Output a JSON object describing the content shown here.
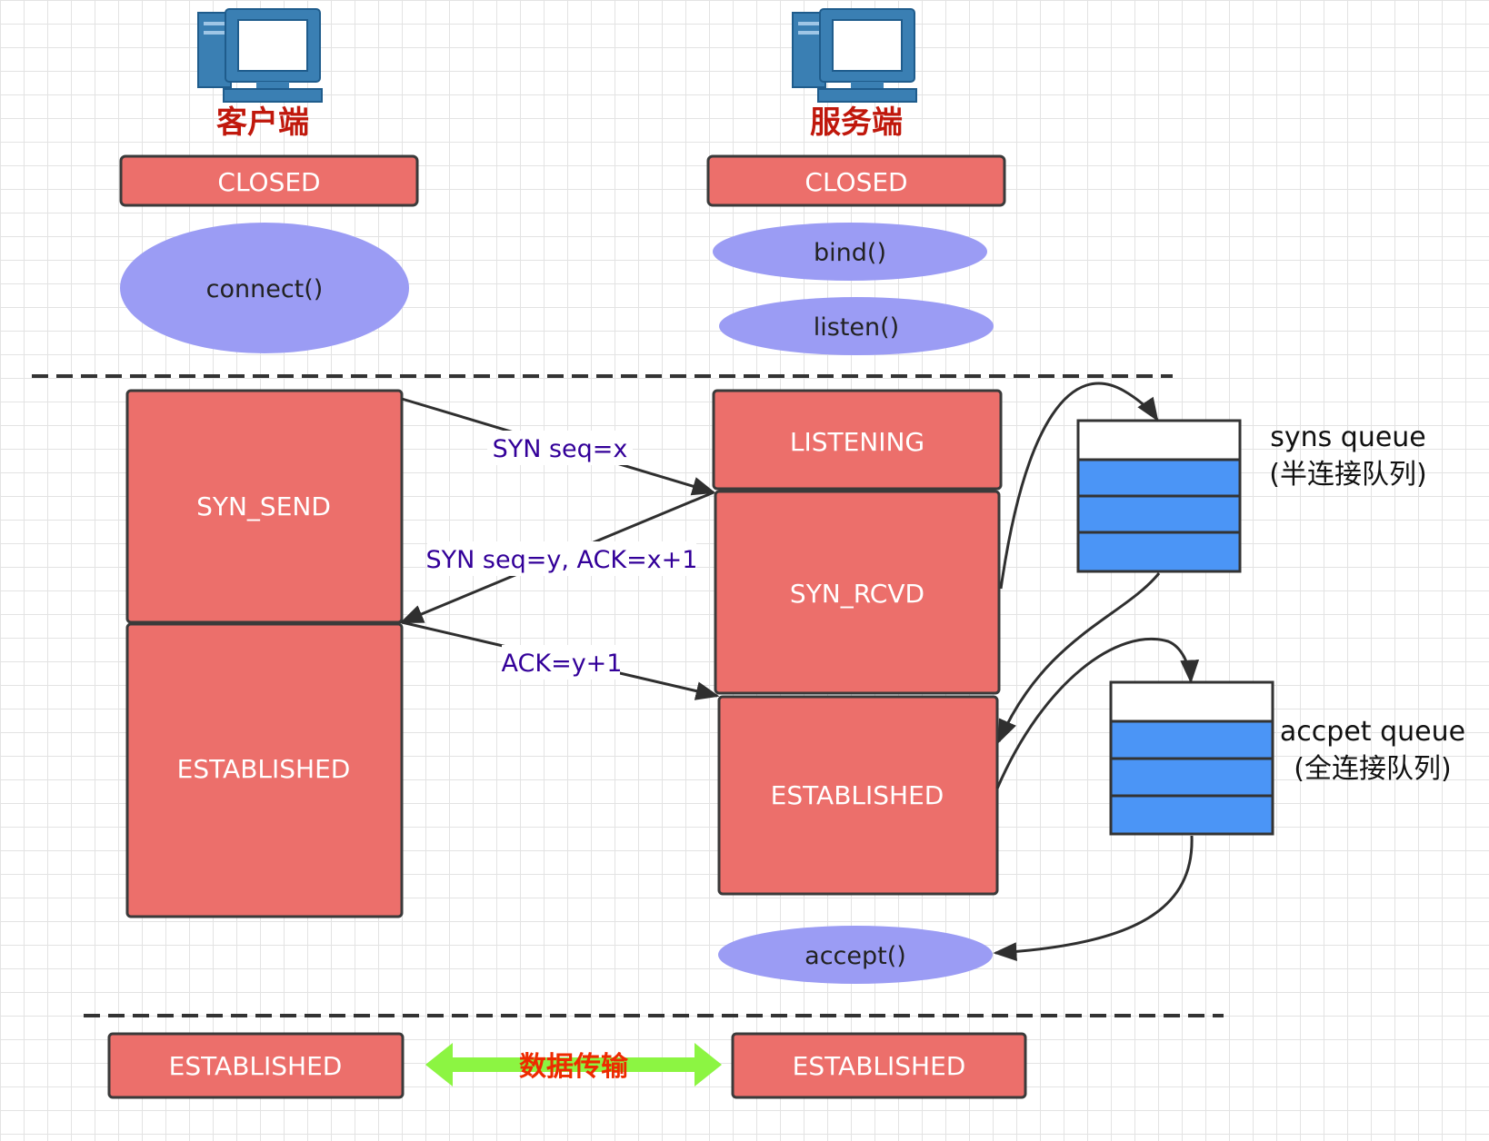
{
  "colors": {
    "state_fill": "#ec6f6b",
    "state_stroke": "#3a3a3a",
    "call_fill": "#9b9cf4",
    "queue_slot": "#4b95f6",
    "queue_empty": "#ffffff",
    "message_text": "#330099",
    "title_text": "#c0180c",
    "data_transfer_text": "#ee2a00",
    "data_transfer_arrow": "#8cf542",
    "computer_icon": "#3a7fb3"
  },
  "client": {
    "icon": "computer-icon",
    "title": "客户端",
    "initial_state": "CLOSED",
    "call_connect": "connect()",
    "state_syn_send": "SYN_SEND",
    "state_established": "ESTABLISHED",
    "final_state": "ESTABLISHED"
  },
  "server": {
    "icon": "computer-icon",
    "title": "服务端",
    "initial_state": "CLOSED",
    "call_bind": "bind()",
    "call_listen": "listen()",
    "state_listening": "LISTENING",
    "state_syn_rcvd": "SYN_RCVD",
    "state_established": "ESTABLISHED",
    "call_accept": "accept()",
    "final_state": "ESTABLISHED"
  },
  "messages": {
    "syn": "SYN seq=x",
    "syn_ack": "SYN seq=y, ACK=x+1",
    "ack": "ACK=y+1"
  },
  "queues": {
    "syns_label": "syns queue",
    "syns_sublabel": "(半连接队列)",
    "accept_label": "accpet queue",
    "accept_sublabel": "(全连接队列)"
  },
  "data_transfer": "数据传输"
}
